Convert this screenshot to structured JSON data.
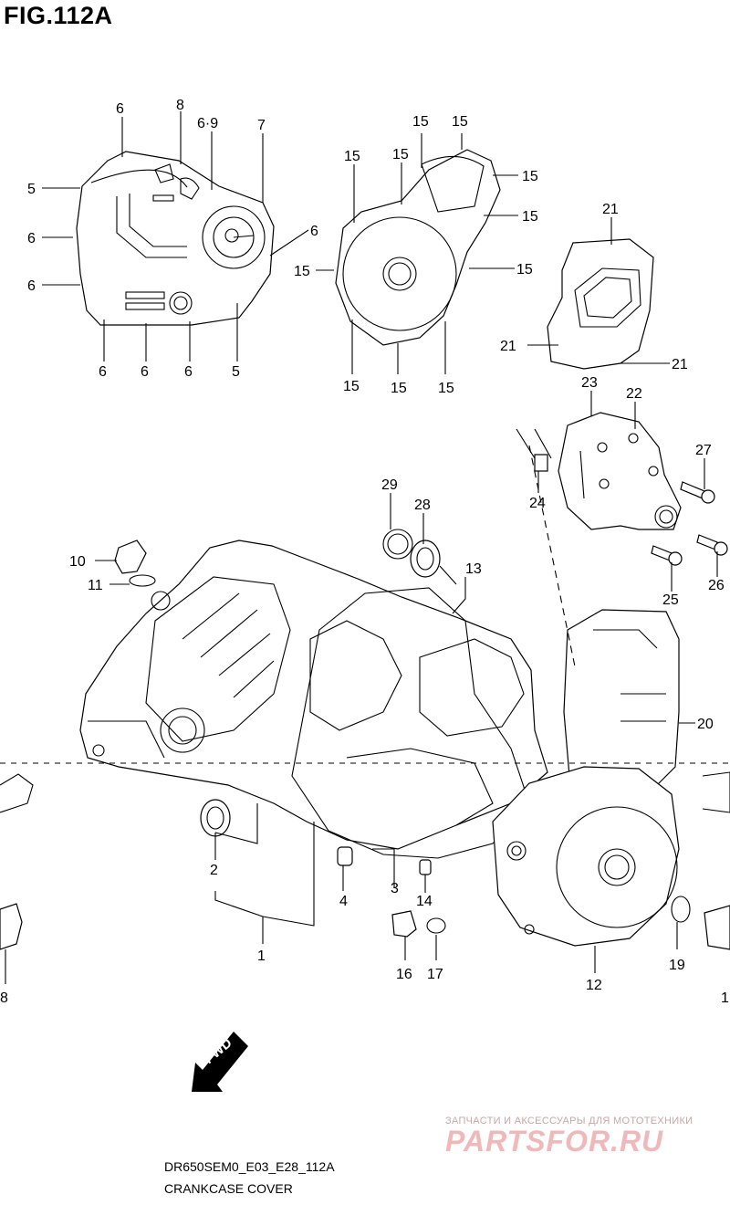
{
  "figure": {
    "title": "FIG.112A",
    "model_code": "DR650SEM0_E03_E28_112A",
    "part_group": "CRANKCASE COVER",
    "direction_tag": "FWD"
  },
  "watermark": {
    "tagline": "ЗАПЧАСТИ И АКСЕССУАРЫ ДЛЯ МОТОТЕХНИКИ",
    "brand": "PARTSFOR.RU",
    "color": "#e88a8a"
  },
  "callouts": {
    "c6a": "6",
    "c8": "8",
    "c69": "6·9",
    "c7": "7",
    "c5a": "5",
    "c6b": "6",
    "c6c": "6",
    "c6d": "6",
    "c6e": "6",
    "c6f": "6",
    "c6g": "6",
    "c5b": "5",
    "c15a": "15",
    "c15b": "15",
    "c15c": "15",
    "c15d": "15",
    "c15e": "15",
    "c15f": "15",
    "c15g": "15",
    "c15h": "15",
    "c15i": "15",
    "c15j": "15",
    "c15k": "15",
    "c21a": "21",
    "c21b": "21",
    "c21c": "21",
    "c23": "23",
    "c22": "22",
    "c27": "27",
    "c24": "24",
    "c29": "29",
    "c28": "28",
    "c13": "13",
    "c10": "10",
    "c11": "11",
    "c25": "25",
    "c26": "26",
    "c20": "20",
    "c2": "2",
    "c4": "4",
    "c3": "3",
    "c14": "14",
    "c1": "1",
    "c16": "16",
    "c17": "17",
    "c12": "12",
    "c19": "19",
    "c18": "8",
    "c1r": "1"
  }
}
